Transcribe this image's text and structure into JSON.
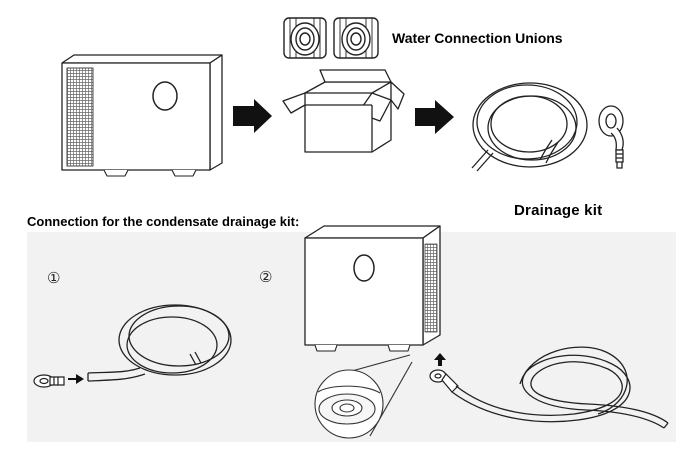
{
  "labels": {
    "water_connection_unions": "Water Connection Unions",
    "drainage_kit": "Drainage  kit",
    "connection_heading": "Connection for the condensate drainage kit:"
  },
  "steps": [
    "①",
    "②"
  ],
  "icons": [
    "heat-pump-unit",
    "arrow-right",
    "cardboard-box",
    "hose-coil",
    "drain-elbow",
    "union-fitting",
    "magnifier-callout"
  ]
}
